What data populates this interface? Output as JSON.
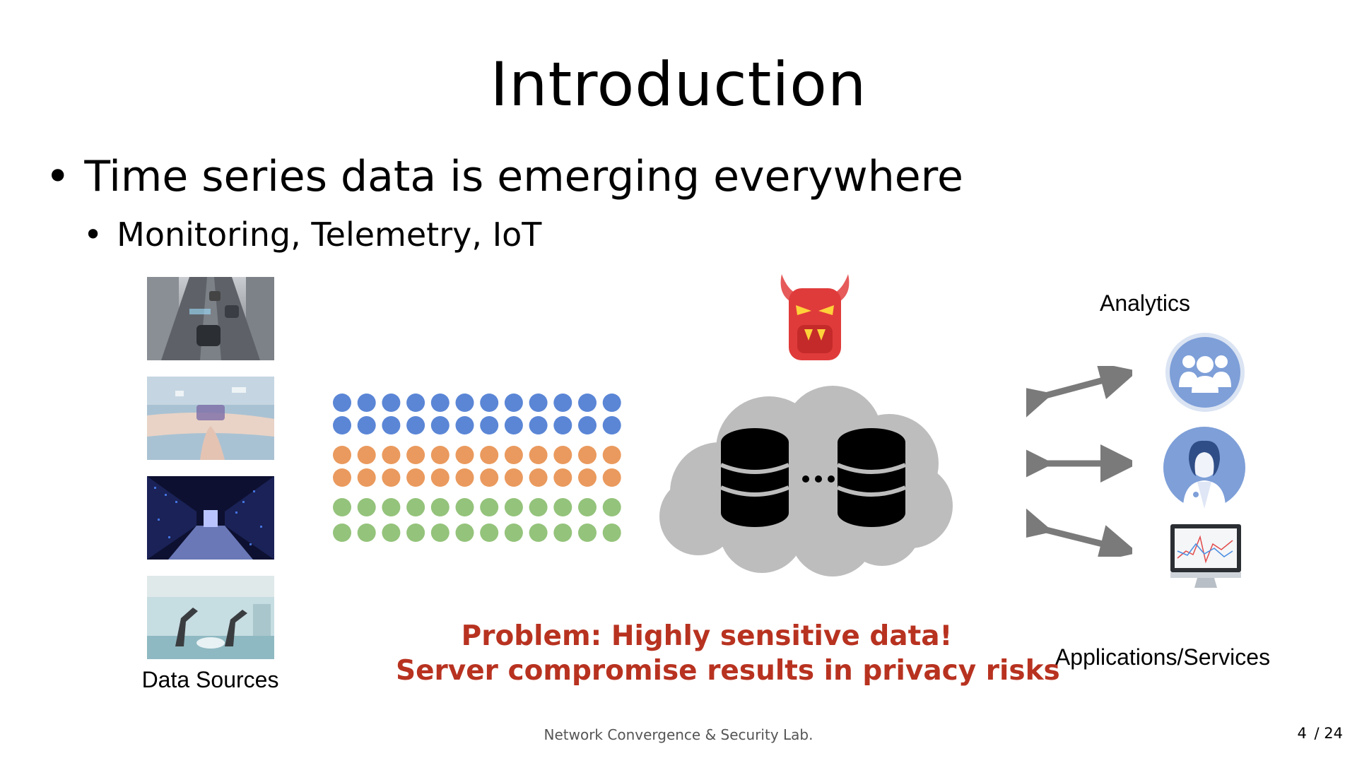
{
  "slide": {
    "title": "Introduction",
    "bullet_main": "Time series data is emerging everywhere",
    "bullet_sub": "Monitoring, Telemetry, IoT"
  },
  "diagram": {
    "data_sources_label": "Data Sources",
    "data_sources": [
      {
        "name": "autonomous-driving-street"
      },
      {
        "name": "wearable-smartwatch"
      },
      {
        "name": "data-center-servers"
      },
      {
        "name": "industrial-robot-arms"
      }
    ],
    "data_points": {
      "colors": [
        "#5b86d6",
        "#5b86d6",
        "#ea9a5e",
        "#ea9a5e",
        "#94c37b",
        "#94c37b"
      ],
      "per_row": 12
    },
    "attacker_icon": "devil-icon",
    "storage_icon": "cloud-database-icon",
    "storage_ellipsis": "…",
    "analytics_label": "Analytics",
    "applications_label": "Applications/Services",
    "applications": [
      {
        "icon": "user-group-icon"
      },
      {
        "icon": "doctor-icon"
      },
      {
        "icon": "monitor-chart-icon"
      }
    ]
  },
  "problem": {
    "line1": "Problem: Highly sensitive data!",
    "line2": "Server compromise results in privacy risks"
  },
  "footer": {
    "lab": "Network Convergence & Security Lab.",
    "page_current": "4",
    "page_total": "/ 24"
  },
  "colors": {
    "problem_text": "#b83220",
    "cloud": "#bdbdbd",
    "arrow": "#7a7a7a",
    "devil": "#e03b3b",
    "app_icon": "#7e9fd8"
  }
}
